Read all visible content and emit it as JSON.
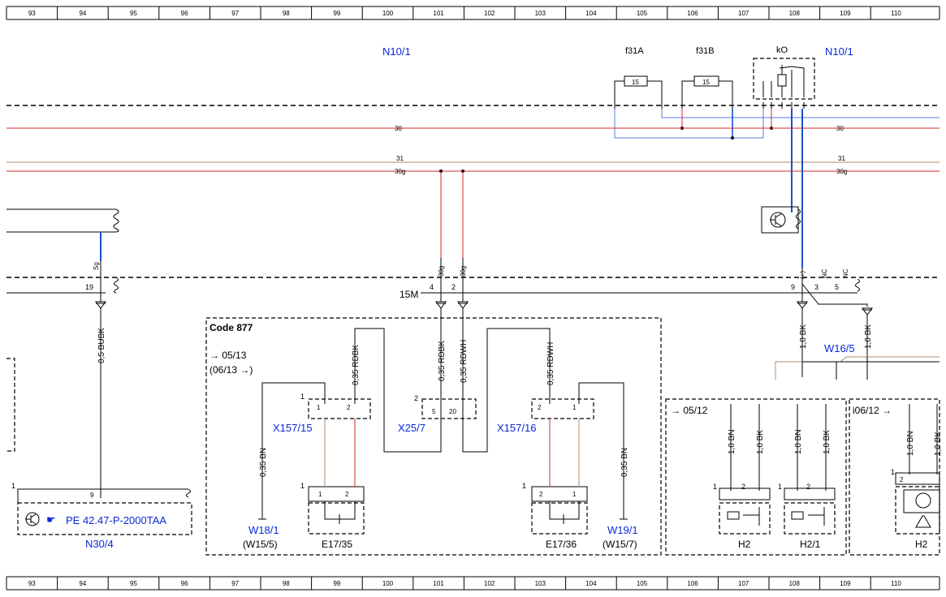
{
  "ruler": {
    "columns": [
      "93",
      "94",
      "95",
      "96",
      "97",
      "98",
      "99",
      "100",
      "101",
      "102",
      "103",
      "104",
      "105",
      "106",
      "107",
      "108",
      "109",
      "110"
    ]
  },
  "colors": {
    "red": "#d42a2a",
    "brown": "#b08a6a",
    "blue": "#1a4fd0",
    "lightblue": "#5a78e0",
    "ref_blue": "#0a29d8"
  },
  "modules": {
    "n10_left": "N10/1",
    "n10_right": "N10/1",
    "f31a": "f31A",
    "f31b": "f31B",
    "ko": "kO",
    "fuse_a_value": "15",
    "fuse_b_value": "15",
    "n30_4": "N30/4",
    "pe_ref": "PE 42.47-P-2000TAA",
    "connector_15m": "15M",
    "w16_5": "W16/5"
  },
  "buses": {
    "b30_left": "30",
    "b30_right": "30",
    "b31_left": "31",
    "b31_right": "31",
    "b30g_left": "30g",
    "b30g_right": "30g"
  },
  "pins": {
    "p19": "19",
    "p4": "4",
    "p2": "2",
    "p9_top": "9",
    "p3": "3",
    "p5": "5",
    "sg": "Sg",
    "g30_a": "30g",
    "g30_b": "30g",
    "plus": "(+)",
    "nc1": "NC",
    "nc2": "NC"
  },
  "code877": {
    "title": "Code 877",
    "arrow_to": "→ 05/13",
    "from_to": "(06/13 →)",
    "x157_15": "X157/15",
    "x25_7": "X25/7",
    "x157_16": "X157/16",
    "e17_35": "E17/35",
    "e17_36": "E17/36",
    "w18_1": "W18/1",
    "w15_5": "(W15/5)",
    "w19_1": "W19/1",
    "w15_7": "(W15/7)",
    "pin_1a": "1",
    "pin_1b": "1",
    "pin_2a": "2",
    "pin_1c": "1",
    "pin_1d": "1",
    "pin_x25_2": "2",
    "pin_x25_5": "5",
    "pin_x25_20": "20"
  },
  "wire_labels": {
    "w_bubk": "0,5 BUBK",
    "w_rdbk_top": "0,35 RDBK",
    "w_rdwh_top": "0,35 RDWH",
    "w_rdbk_left": "0,35 RDBK",
    "w_rdwh_right": "0,35 RDWH",
    "w_bn_left": "0,35 BN",
    "w_bn_right": "0,35 BN",
    "w_bk_a": "1,0 BK",
    "w_bk_b": "1,0 BK",
    "h2_bn1": "1,0 BN",
    "h2_bk1": "1,0 BK",
    "h2_bn2": "1,0 BN",
    "h2_bk2": "1,0 BK",
    "h2_bn3": "1,0 BN",
    "h2_bk3": "1,0 BK"
  },
  "horns": {
    "arrow_05_12": "→ 05/12",
    "arrow_06_12": "i06/12 →",
    "h2_left": "H2",
    "h2_1": "H2/1",
    "h2_right": "H2"
  }
}
